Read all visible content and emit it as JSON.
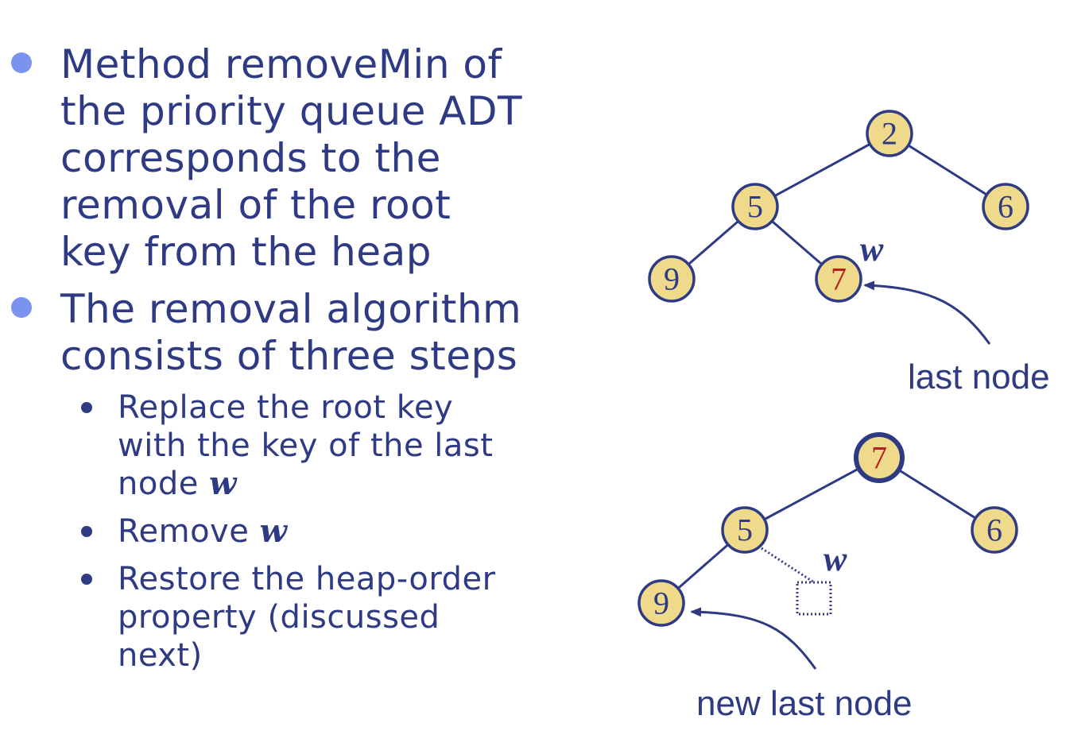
{
  "bullets": [
    {
      "text": "Method removeMin of the priority queue ADT corresponds to the removal of the root key from the heap",
      "lines": [
        "Method removeMin of",
        "the priority queue ADT",
        "corresponds to the",
        "removal of the root",
        "key from the heap"
      ]
    },
    {
      "text": "The removal algorithm consists of three steps",
      "lines": [
        "The removal algorithm",
        "consists of three steps"
      ],
      "sub_bullets": [
        {
          "lines": [
            "Replace the root key",
            "with the key of the last",
            "node "
          ],
          "var": "w"
        },
        {
          "lines": [
            "Remove "
          ],
          "var": "w"
        },
        {
          "lines": [
            "Restore the heap-order",
            "property (discussed",
            "next)"
          ]
        }
      ]
    }
  ],
  "diagram_before": {
    "nodes": [
      {
        "id": "root",
        "key": "2"
      },
      {
        "id": "left",
        "key": "5"
      },
      {
        "id": "right",
        "key": "6"
      },
      {
        "id": "left-left",
        "key": "9"
      },
      {
        "id": "left-right",
        "key": "7",
        "highlight": true
      }
    ],
    "w_label": "w",
    "caption": "last node"
  },
  "diagram_after": {
    "nodes": [
      {
        "id": "root",
        "key": "7",
        "highlight": true
      },
      {
        "id": "left",
        "key": "5"
      },
      {
        "id": "right",
        "key": "6"
      },
      {
        "id": "left-left",
        "key": "9"
      }
    ],
    "w_label": "w",
    "caption": "new last node"
  },
  "colors": {
    "text": "#2f3a85",
    "bullet_level1": "#7b93ee",
    "node_fill": "#efd98a",
    "highlight_key": "#b32020"
  }
}
